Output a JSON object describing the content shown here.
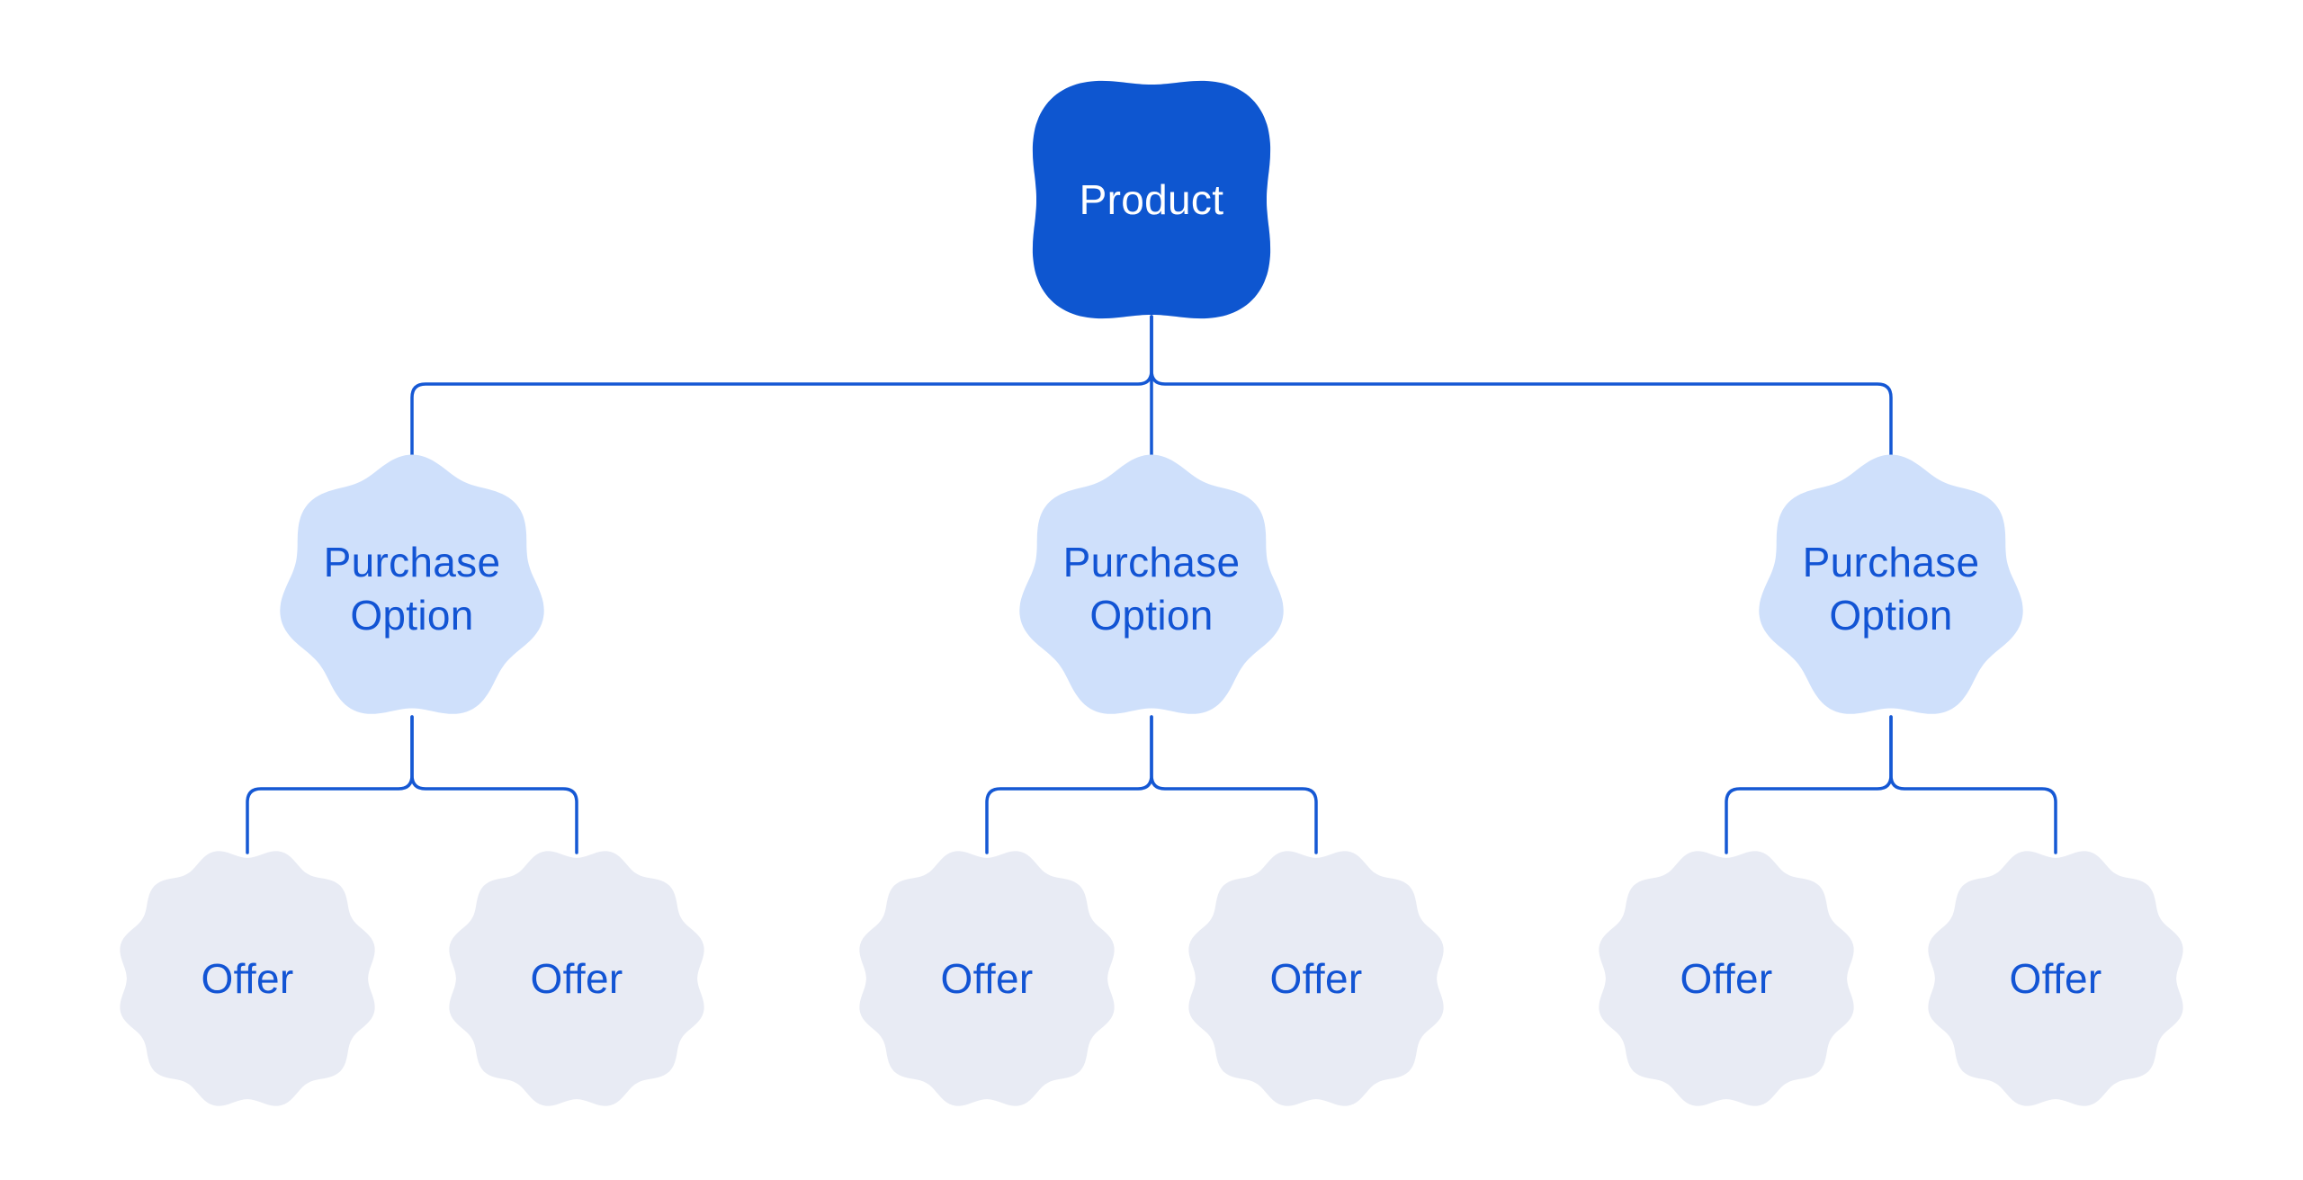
{
  "diagram": {
    "description": "Tree diagram of a product purchase hierarchy: one Product linked to three Purchase Options, each linked to two Offers",
    "colors": {
      "background": "#ffffff",
      "product_fill": "#0e56d0",
      "product_text": "#ffffff",
      "purchase_option_fill": "#cfe0fb",
      "offer_fill": "#e8ebf4",
      "node_text": "#1254d4",
      "connector": "#1558d4"
    },
    "nodes": {
      "product": {
        "label": "Product"
      },
      "purchase_option": {
        "label": "Purchase Option"
      },
      "offer": {
        "label": "Offer"
      }
    },
    "hierarchy": {
      "product_count": 1,
      "purchase_option_count": 3,
      "offers_per_purchase_option": 2,
      "offer_count": 6
    }
  }
}
